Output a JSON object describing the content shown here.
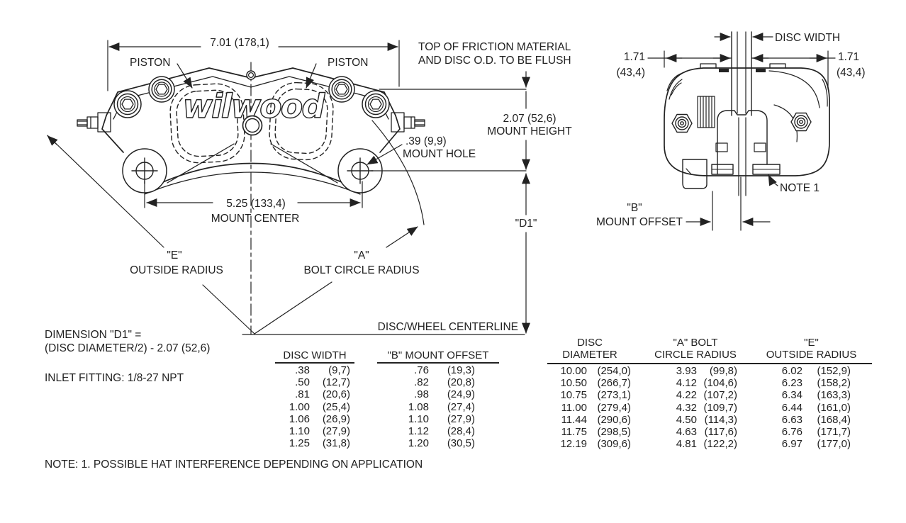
{
  "ink": "#222222",
  "background": "#ffffff",
  "front_view": {
    "overall_width": "7.01 (178,1)",
    "piston_left": "PISTON",
    "piston_right": "PISTON",
    "logo": "wilwood",
    "flush_note_line1": "TOP OF FRICTION MATERIAL",
    "flush_note_line2": "AND DISC O.D. TO BE FLUSH",
    "mount_height_value": "2.07 (52,6)",
    "mount_height_label": "MOUNT HEIGHT",
    "mount_hole_value": ".39 (9,9)",
    "mount_hole_label": "MOUNT HOLE",
    "d1_label": "\"D1\"",
    "mount_center_value": "5.25 (133,4)",
    "mount_center_label": "MOUNT CENTER",
    "e_label": "\"E\"",
    "e_sublabel": "OUTSIDE RADIUS",
    "a_label": "\"A\"",
    "a_sublabel": "BOLT CIRCLE RADIUS",
    "centerline_label": "DISC/WHEEL CENTERLINE"
  },
  "side_view": {
    "disc_width_label": "DISC WIDTH",
    "left_dim_value": "1.71",
    "left_dim_metric": "(43,4)",
    "right_dim_value": "1.71",
    "right_dim_metric": "(43,4)",
    "note1_label": "NOTE 1",
    "b_label": "\"B\"",
    "b_sublabel": "MOUNT OFFSET"
  },
  "notes": {
    "d1_formula_line1": "DIMENSION \"D1\" =",
    "d1_formula_line2": "(DISC DIAMETER/2) - 2.07 (52,6)",
    "inlet_fitting": "INLET FITTING: 1/8-27 NPT",
    "footnote": "NOTE: 1. POSSIBLE HAT INTERFERENCE DEPENDING ON APPLICATION"
  },
  "width_offset_table": {
    "header_col1": "DISC WIDTH",
    "header_col2": "\"B\" MOUNT OFFSET",
    "rows": [
      {
        "w_in": ".38",
        "w_mm": "(9,7)",
        "o_in": ".76",
        "o_mm": "(19,3)"
      },
      {
        "w_in": ".50",
        "w_mm": "(12,7)",
        "o_in": ".82",
        "o_mm": "(20,8)"
      },
      {
        "w_in": ".81",
        "w_mm": "(20,6)",
        "o_in": ".98",
        "o_mm": "(24,9)"
      },
      {
        "w_in": "1.00",
        "w_mm": "(25,4)",
        "o_in": "1.08",
        "o_mm": "(27,4)"
      },
      {
        "w_in": "1.06",
        "w_mm": "(26,9)",
        "o_in": "1.10",
        "o_mm": "(27,9)"
      },
      {
        "w_in": "1.10",
        "w_mm": "(27,9)",
        "o_in": "1.12",
        "o_mm": "(28,4)"
      },
      {
        "w_in": "1.25",
        "w_mm": "(31,8)",
        "o_in": "1.20",
        "o_mm": "(30,5)"
      }
    ]
  },
  "diameter_table": {
    "col1_line1": "DISC",
    "col1_line2": "DIAMETER",
    "col2_line1": "\"A\" BOLT",
    "col2_line2": "CIRCLE RADIUS",
    "col3_line1": "\"E\"",
    "col3_line2": "OUTSIDE RADIUS",
    "rows": [
      {
        "d_in": "10.00",
        "d_mm": "(254,0)",
        "a_in": "3.93",
        "a_mm": "(99,8)",
        "e_in": "6.02",
        "e_mm": "(152,9)"
      },
      {
        "d_in": "10.50",
        "d_mm": "(266,7)",
        "a_in": "4.12",
        "a_mm": "(104,6)",
        "e_in": "6.23",
        "e_mm": "(158,2)"
      },
      {
        "d_in": "10.75",
        "d_mm": "(273,1)",
        "a_in": "4.22",
        "a_mm": "(107,2)",
        "e_in": "6.34",
        "e_mm": "(163,3)"
      },
      {
        "d_in": "11.00",
        "d_mm": "(279,4)",
        "a_in": "4.32",
        "a_mm": "(109,7)",
        "e_in": "6.44",
        "e_mm": "(161,0)"
      },
      {
        "d_in": "11.44",
        "d_mm": "(290,6)",
        "a_in": "4.50",
        "a_mm": "(114,3)",
        "e_in": "6.63",
        "e_mm": "(168,4)"
      },
      {
        "d_in": "11.75",
        "d_mm": "(298,5)",
        "a_in": "4.63",
        "a_mm": "(117,6)",
        "e_in": "6.76",
        "e_mm": "(171,7)"
      },
      {
        "d_in": "12.19",
        "d_mm": "(309,6)",
        "a_in": "4.81",
        "a_mm": "(122,2)",
        "e_in": "6.97",
        "e_mm": "(177,0)"
      }
    ]
  }
}
